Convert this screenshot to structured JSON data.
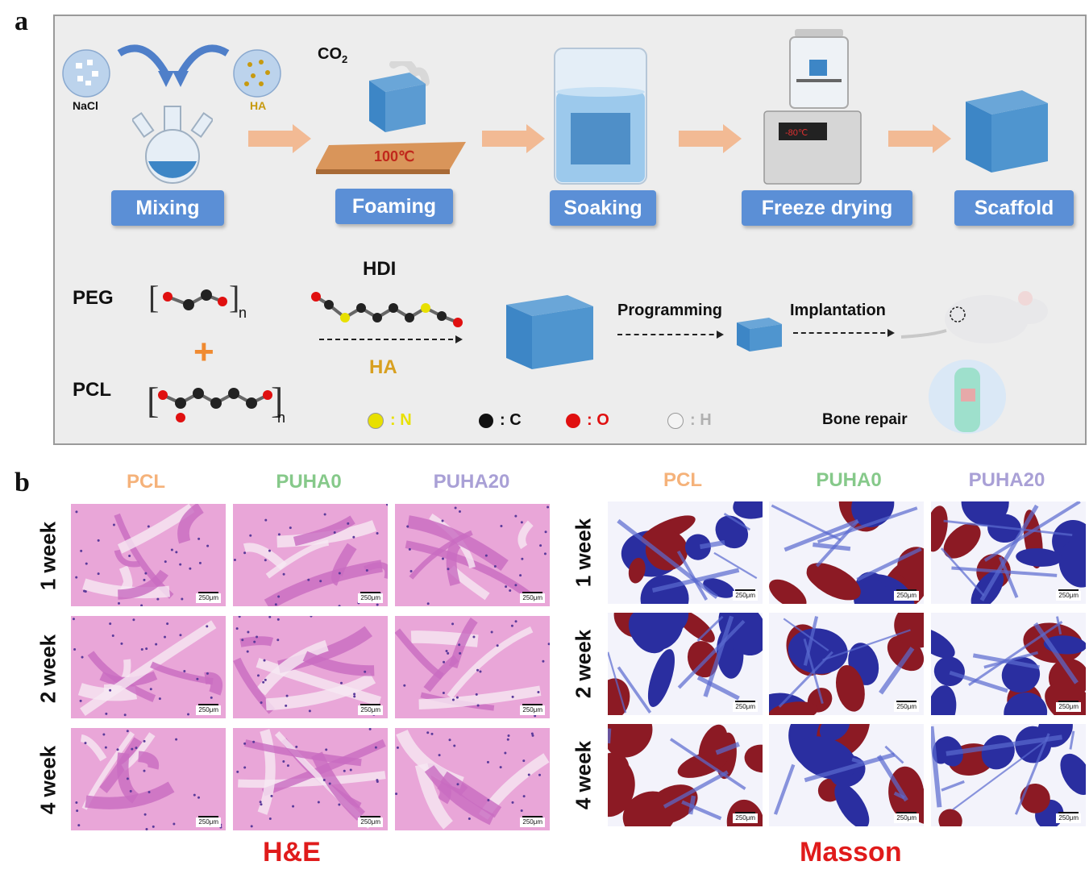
{
  "panel_a": {
    "letter": "a",
    "reagents": {
      "nacl": "NaCl",
      "ha": "HA",
      "co2": "CO",
      "co2_sub": "2",
      "temp": "100℃"
    },
    "steps": [
      "Mixing",
      "Foaming",
      "Soaking",
      "Freeze drying",
      "Scaffold"
    ],
    "chemistry": {
      "peg": "PEG",
      "pcl": "PCL",
      "plus": "+",
      "n": "n",
      "hdi": "HDI",
      "ha": "HA",
      "programming": "Programming",
      "implantation": "Implantation",
      "bone_repair": "Bone repair"
    },
    "legend": [
      {
        "label": ": N",
        "color": "#e8e000"
      },
      {
        "label": ": C",
        "color": "#111111"
      },
      {
        "label": ": O",
        "color": "#e01010"
      },
      {
        "label": ": H",
        "color": "#f4f4f4"
      }
    ],
    "colors": {
      "panel_bg": "#ededed",
      "label_bg": "#5b8fd6",
      "arrow": "#f2b48a",
      "scaffold": "#3d86c6"
    }
  },
  "panel_b": {
    "letter": "b",
    "groups": [
      "PCL",
      "PUHA0",
      "PUHA20"
    ],
    "group_colors": [
      "#f5b27a",
      "#86c98a",
      "#a9a0d6"
    ],
    "time_points": [
      "1 week",
      "2 week",
      "4 week"
    ],
    "scale_bar": "250μm",
    "stains": [
      "H&E",
      "Masson"
    ]
  }
}
